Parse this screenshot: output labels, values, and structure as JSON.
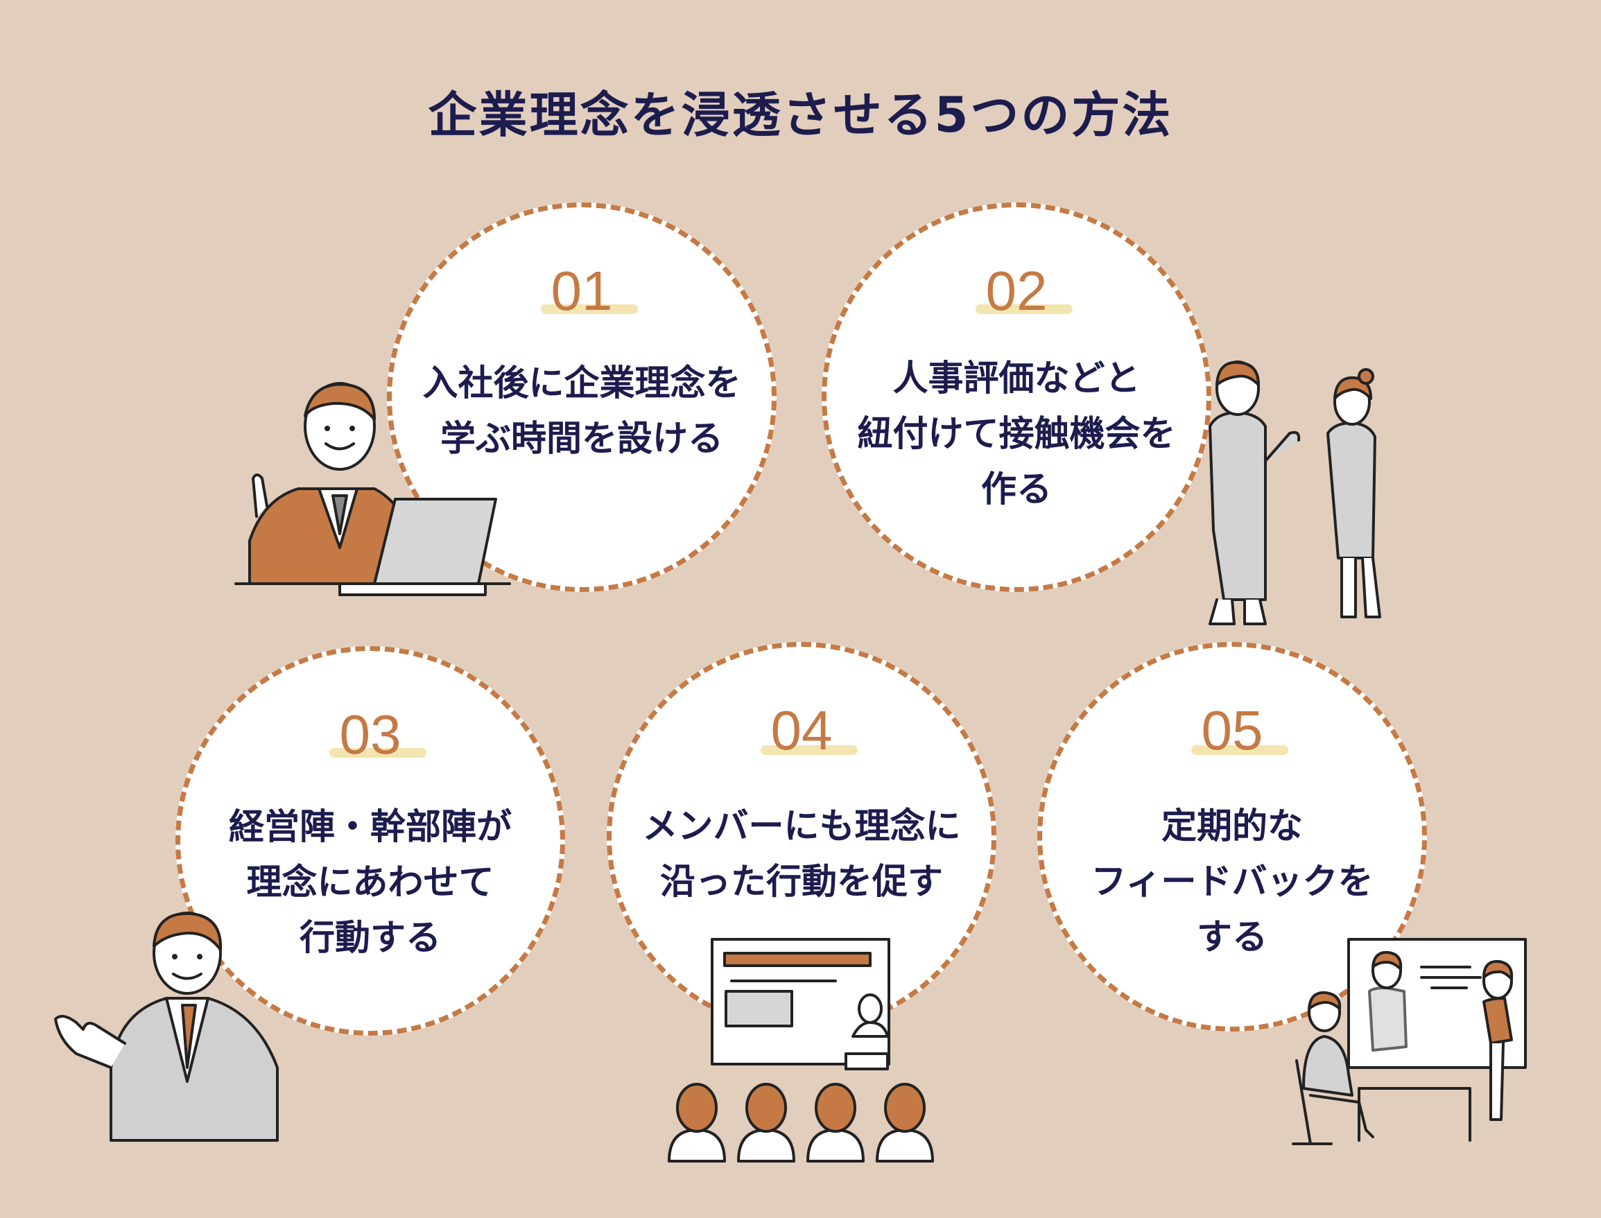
{
  "title": "企業理念を浸透させる5つの方法",
  "steps": [
    {
      "number": "01",
      "lines": [
        "入社後に企業理念を",
        "学ぶ時間を設ける"
      ]
    },
    {
      "number": "02",
      "lines": [
        "人事評価などと",
        "紐付けて接触機会を",
        "作る"
      ]
    },
    {
      "number": "03",
      "lines": [
        "経営陣・幹部陣が",
        "理念にあわせて",
        "行動する"
      ]
    },
    {
      "number": "04",
      "lines": [
        "メンバーにも理念に",
        "沿った行動を促す"
      ]
    },
    {
      "number": "05",
      "lines": [
        "定期的な",
        "フィードバックを",
        "する"
      ]
    }
  ],
  "colors": {
    "background": "#e2cebd",
    "accent": "#c57a45",
    "text": "#1c1c4e",
    "highlight": "#f2e2a6"
  }
}
